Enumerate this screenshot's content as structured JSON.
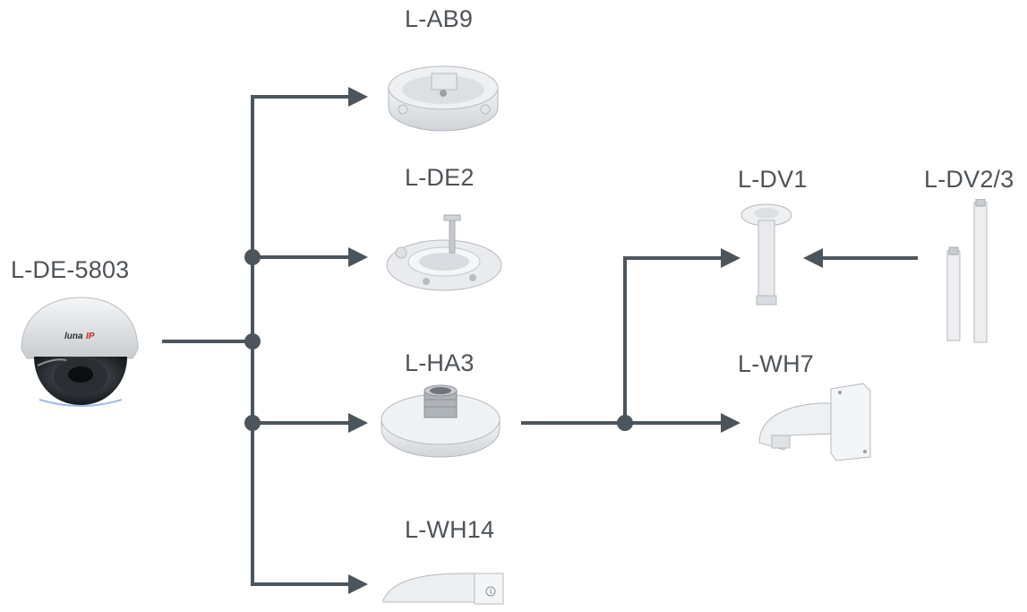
{
  "camera": {
    "label": "L-DE-5803",
    "brand": "lunaIP"
  },
  "accessories": {
    "ab9": {
      "label": "L-AB9"
    },
    "de2": {
      "label": "L-DE2"
    },
    "ha3": {
      "label": "L-HA3"
    },
    "wh14": {
      "label": "L-WH14"
    },
    "dv1": {
      "label": "L-DV1"
    },
    "wh7": {
      "label": "L-WH7"
    },
    "dv23": {
      "label": "L-DV2/3"
    }
  },
  "colors": {
    "connector": "#4c555b",
    "text": "#4e5358",
    "brand_accent": "#d2232a"
  }
}
